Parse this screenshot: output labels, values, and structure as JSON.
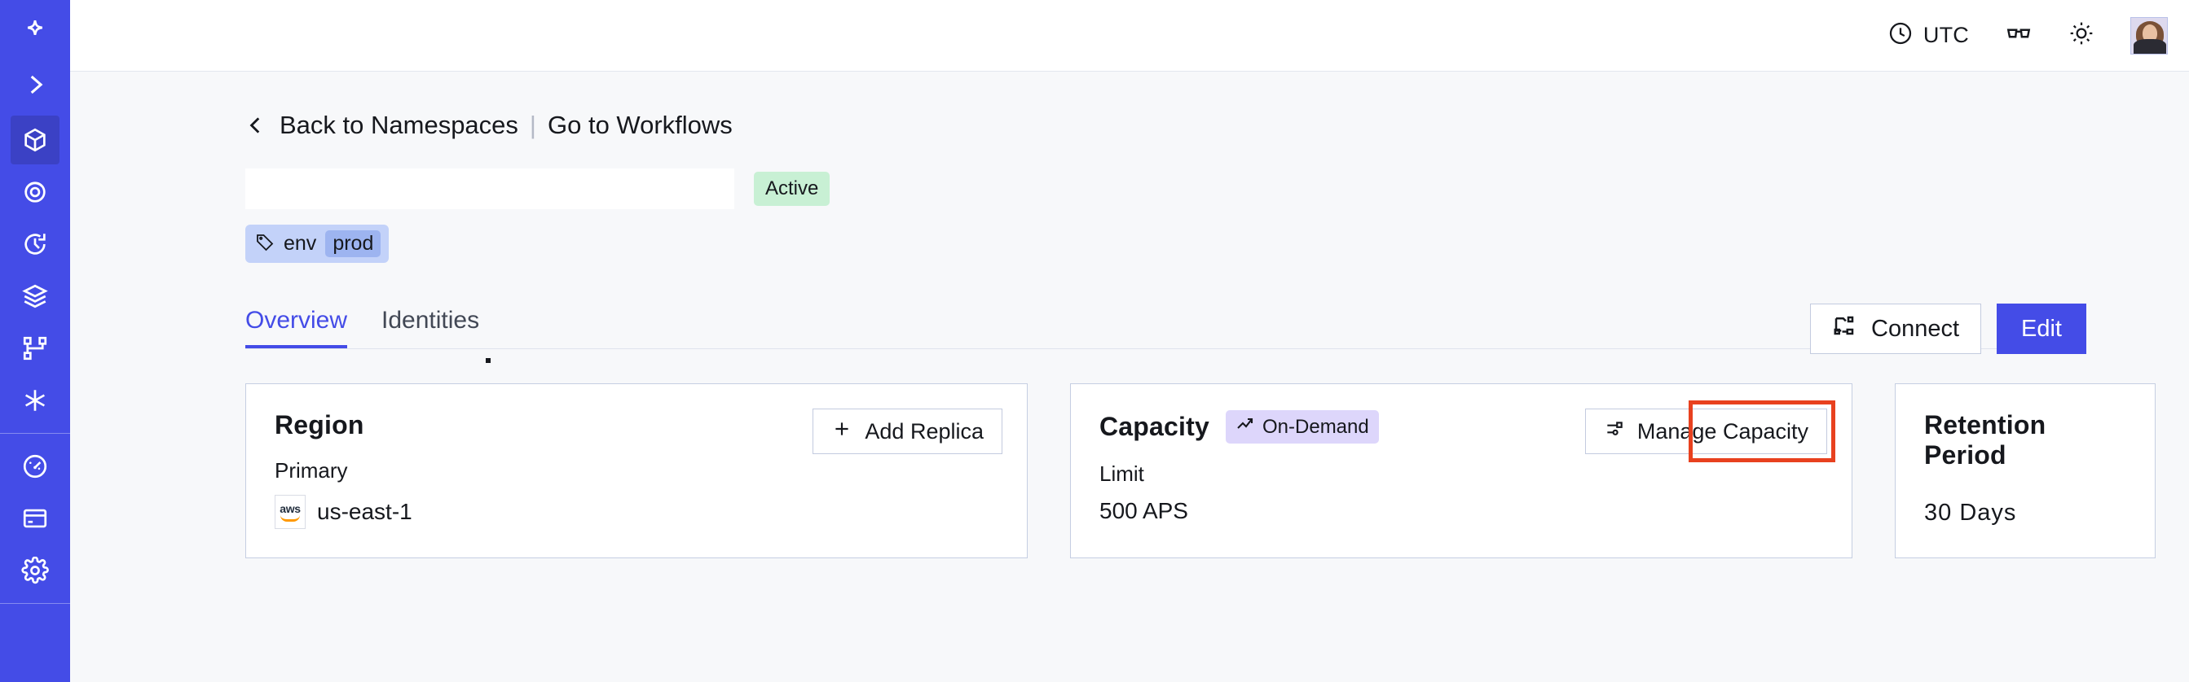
{
  "sidebar": {
    "logo": "temporal-logo-icon",
    "expand_label": "expand-sidebar",
    "items": [
      {
        "name": "namespaces",
        "icon": "cube-icon",
        "active": true
      },
      {
        "name": "observability",
        "icon": "eye-spiral-icon",
        "active": false
      },
      {
        "name": "schedules",
        "icon": "clock-rotate-icon",
        "active": false
      },
      {
        "name": "stack",
        "icon": "layers-icon",
        "active": false
      },
      {
        "name": "workflows",
        "icon": "git-branch-icon",
        "active": false
      },
      {
        "name": "nexus",
        "icon": "asterisk-icon",
        "active": false
      },
      {
        "name": "usage",
        "icon": "gauge-icon",
        "active": false
      },
      {
        "name": "billing",
        "icon": "credit-card-icon",
        "active": false
      },
      {
        "name": "settings",
        "icon": "gear-icon",
        "active": false
      }
    ]
  },
  "topbar": {
    "timezone_label": "UTC",
    "timezone_icon": "clock-icon",
    "accessibility_icon": "glasses-icon",
    "theme_icon": "sun-icon",
    "avatar_icon": "user-avatar"
  },
  "breadcrumb": {
    "back_icon": "chevron-left-icon",
    "back_label": "Back to Namespaces",
    "separator": "|",
    "workflows_label": "Go to Workflows"
  },
  "header": {
    "namespace_name": "",
    "status_badge": "Active",
    "tag": {
      "icon": "tag-icon",
      "key": "env",
      "value": "prod"
    },
    "connect_label": "Connect",
    "connect_icon": "connect-flow-icon",
    "edit_label": "Edit"
  },
  "tabs": [
    {
      "label": "Overview",
      "active": true
    },
    {
      "label": "Identities",
      "active": false
    }
  ],
  "cards": {
    "region": {
      "title": "Region",
      "button_label": "Add Replica",
      "button_icon": "plus-icon",
      "sublabel": "Primary",
      "provider_icon": "aws-logo",
      "provider_text": "aws",
      "value": "us-east-1"
    },
    "capacity": {
      "title": "Capacity",
      "badge_label": "On-Demand",
      "badge_icon": "trending-up-icon",
      "button_label": "Manage Capacity",
      "button_icon": "sliders-icon",
      "sublabel": "Limit",
      "value": "500 APS",
      "highlighted": true
    },
    "retention": {
      "title": "Retention Period",
      "value": "30 Days"
    }
  },
  "colors": {
    "brand": "#444ce7",
    "sidebar": "#444ce7",
    "sidebar_active": "#3b41c5",
    "page_bg": "#f7f8fa",
    "card_border": "#c5cee2",
    "status_active_bg": "#c8f0d4",
    "tag_bg": "#c3d2f9",
    "tag_value_bg": "#9db4f0",
    "ondemand_bg": "#ddd6fb",
    "highlight": "#e8411f",
    "aws_orange": "#ff9900"
  }
}
